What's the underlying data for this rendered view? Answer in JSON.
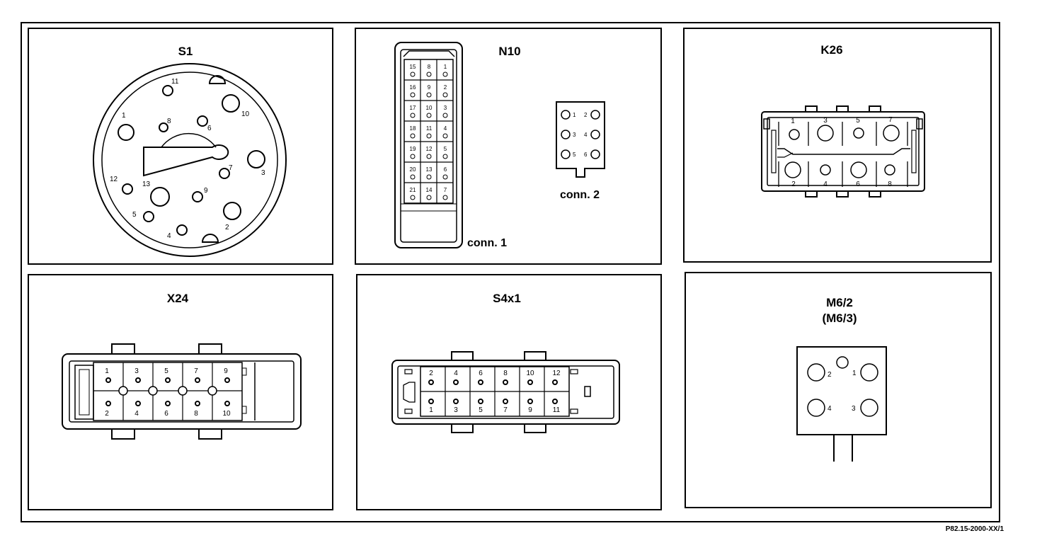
{
  "panels": {
    "s1": {
      "title": "S1",
      "pins": [
        "1",
        "2",
        "3",
        "4",
        "5",
        "6",
        "7",
        "8",
        "9",
        "10",
        "11",
        "12",
        "13"
      ]
    },
    "n10": {
      "title": "N10",
      "conn1_label": "conn. 1",
      "conn2_label": "conn. 2",
      "conn1_pins": [
        "15",
        "8",
        "1",
        "16",
        "9",
        "2",
        "17",
        "10",
        "3",
        "18",
        "11",
        "4",
        "19",
        "12",
        "5",
        "20",
        "13",
        "6",
        "21",
        "14",
        "7"
      ],
      "conn2_pins": [
        "1",
        "2",
        "3",
        "4",
        "5",
        "6"
      ]
    },
    "k26": {
      "title": "K26",
      "pins": [
        "1",
        "3",
        "5",
        "7",
        "2",
        "4",
        "6",
        "8"
      ]
    },
    "x24": {
      "title": "X24",
      "pins": [
        "1",
        "3",
        "5",
        "7",
        "9",
        "2",
        "4",
        "6",
        "8",
        "10"
      ]
    },
    "s4x1": {
      "title": "S4x1",
      "pins": [
        "2",
        "4",
        "6",
        "8",
        "10",
        "12",
        "1",
        "3",
        "5",
        "7",
        "9",
        "11"
      ]
    },
    "m6": {
      "title": "M6/2",
      "subtitle": "(M6/3)",
      "pins": [
        "2",
        "1",
        "4",
        "3"
      ]
    }
  },
  "footer": {
    "reference": "P82.15-2000-XX/1"
  }
}
